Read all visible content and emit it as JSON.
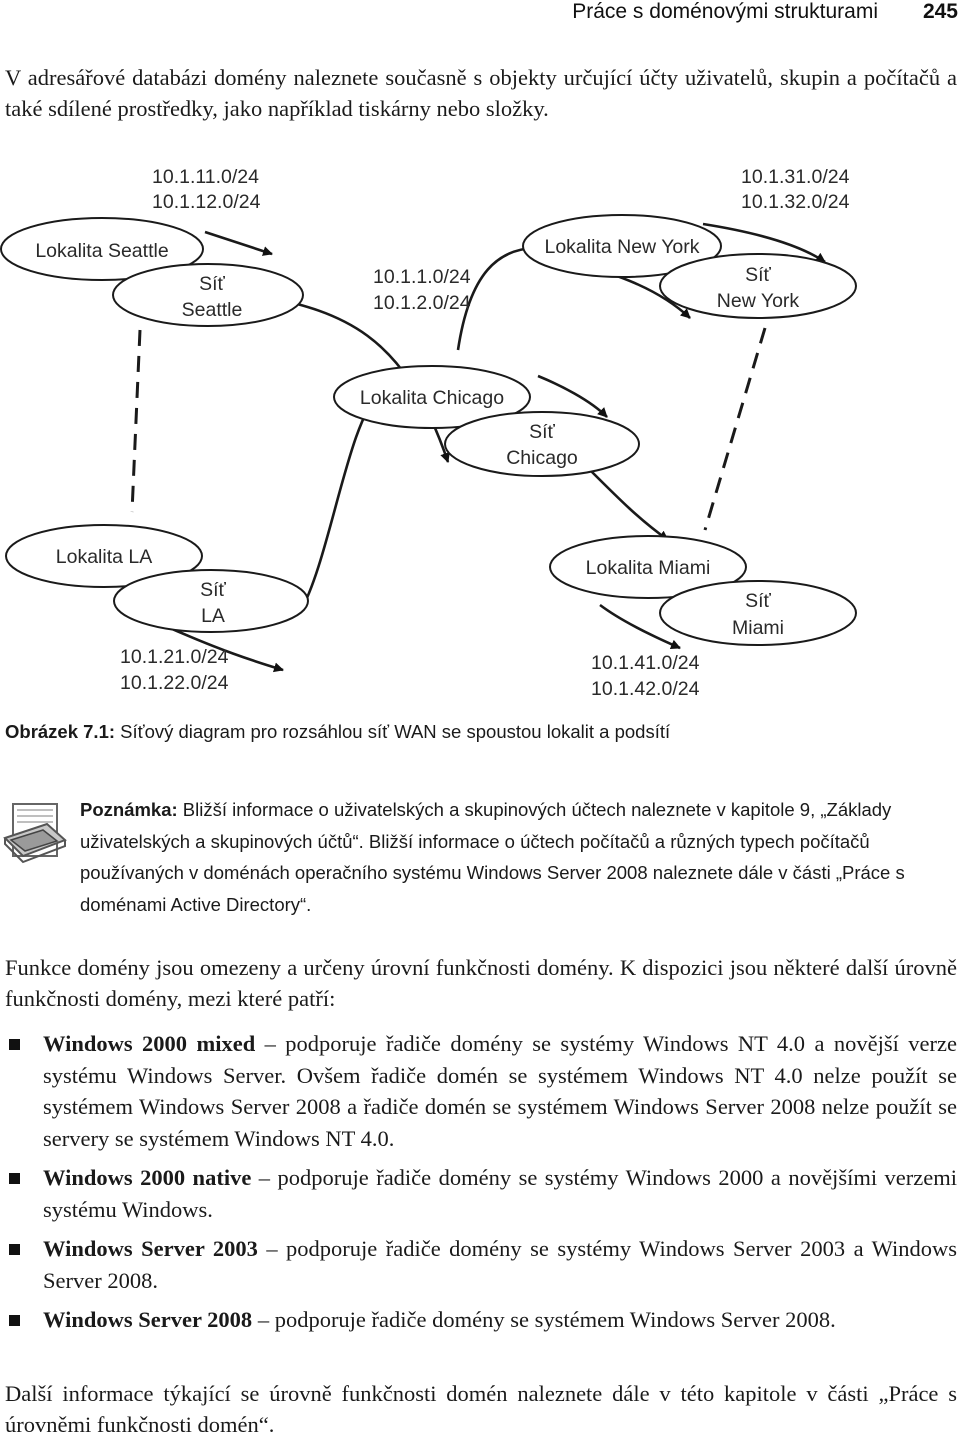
{
  "header": {
    "title": "Práce s doménovými strukturami",
    "page_number": "245"
  },
  "intro_text": "V adresářové databázi domény naleznete současně s objekty určující účty uživatelů, skupin a počítačů a také sdílené prostředky, jako například tiskárny nebo složky.",
  "diagram": {
    "sites": [
      {
        "site_label": "Lokalita Seattle",
        "net_label_1": "Síť",
        "net_label_2": "Seattle",
        "subnet_1": "10.1.11.0/24",
        "subnet_2": "10.1.12.0/24"
      },
      {
        "site_label": "Lokalita New York",
        "net_label_1": "Síť",
        "net_label_2": "New York",
        "subnet_1": "10.1.31.0/24",
        "subnet_2": "10.1.32.0/24"
      },
      {
        "site_label": "Lokalita Chicago",
        "net_label_1": "Síť",
        "net_label_2": "Chicago",
        "subnet_1": "10.1.1.0/24",
        "subnet_2": "10.1.2.0/24"
      },
      {
        "site_label": "Lokalita LA",
        "net_label_1": "Síť",
        "net_label_2": "LA",
        "subnet_1": "10.1.21.0/24",
        "subnet_2": "10.1.22.0/24"
      },
      {
        "site_label": "Lokalita Miami",
        "net_label_1": "Síť",
        "net_label_2": "Miami",
        "subnet_1": "10.1.41.0/24",
        "subnet_2": "10.1.42.0/24"
      }
    ]
  },
  "caption": {
    "label": "Obrázek 7.1:",
    "text": " Síťový diagram pro rozsáhlou síť WAN se spoustou lokalit a podsítí"
  },
  "note": {
    "label": "Poznámka:",
    "text": " Bližší informace o uživatelských a skupinových účtech naleznete v kapitole 9, „Základy uživatelských a skupinových účtů“. Bližší informace o účtech počítačů a různých typech počítačů používaných v doménách operačního systému Windows Server 2008 naleznete dále v části „Práce s doménami Active Directory“.",
    "icon": "note-icon"
  },
  "after_note_text": "Funkce domény jsou omezeny a určeny úrovní funkčnosti domény. K dispozici jsou některé další úrovně funkčnosti domény, mezi které patří:",
  "bullets": [
    {
      "term": "Windows 2000 mixed",
      "text": " – podporuje řadiče domény se systémy Windows NT 4.0 a novější verze systému Windows Server. Ovšem řadiče domén se systémem Windows NT 4.0 nelze použít se systémem Windows Server 2008 a řadiče domén se systémem Windows Server 2008 nelze použít se servery se systémem Windows NT 4.0."
    },
    {
      "term": "Windows 2000 native",
      "text": " – podporuje řadiče domény se systémy Windows 2000 a novějšími verzemi systému Windows."
    },
    {
      "term": "Windows Server 2003",
      "text": " – podporuje řadiče domény se systémy Windows Server 2003 a Windows Server 2008."
    },
    {
      "term": "Windows Server 2008",
      "text": " – podporuje řadiče domény se systémem Windows Server 2008."
    }
  ],
  "final_text": "Další informace týkající se úrovně funkčnosti domén naleznete dále v této kapitole v části „Práce s úrovněmi funkčnosti domén“."
}
